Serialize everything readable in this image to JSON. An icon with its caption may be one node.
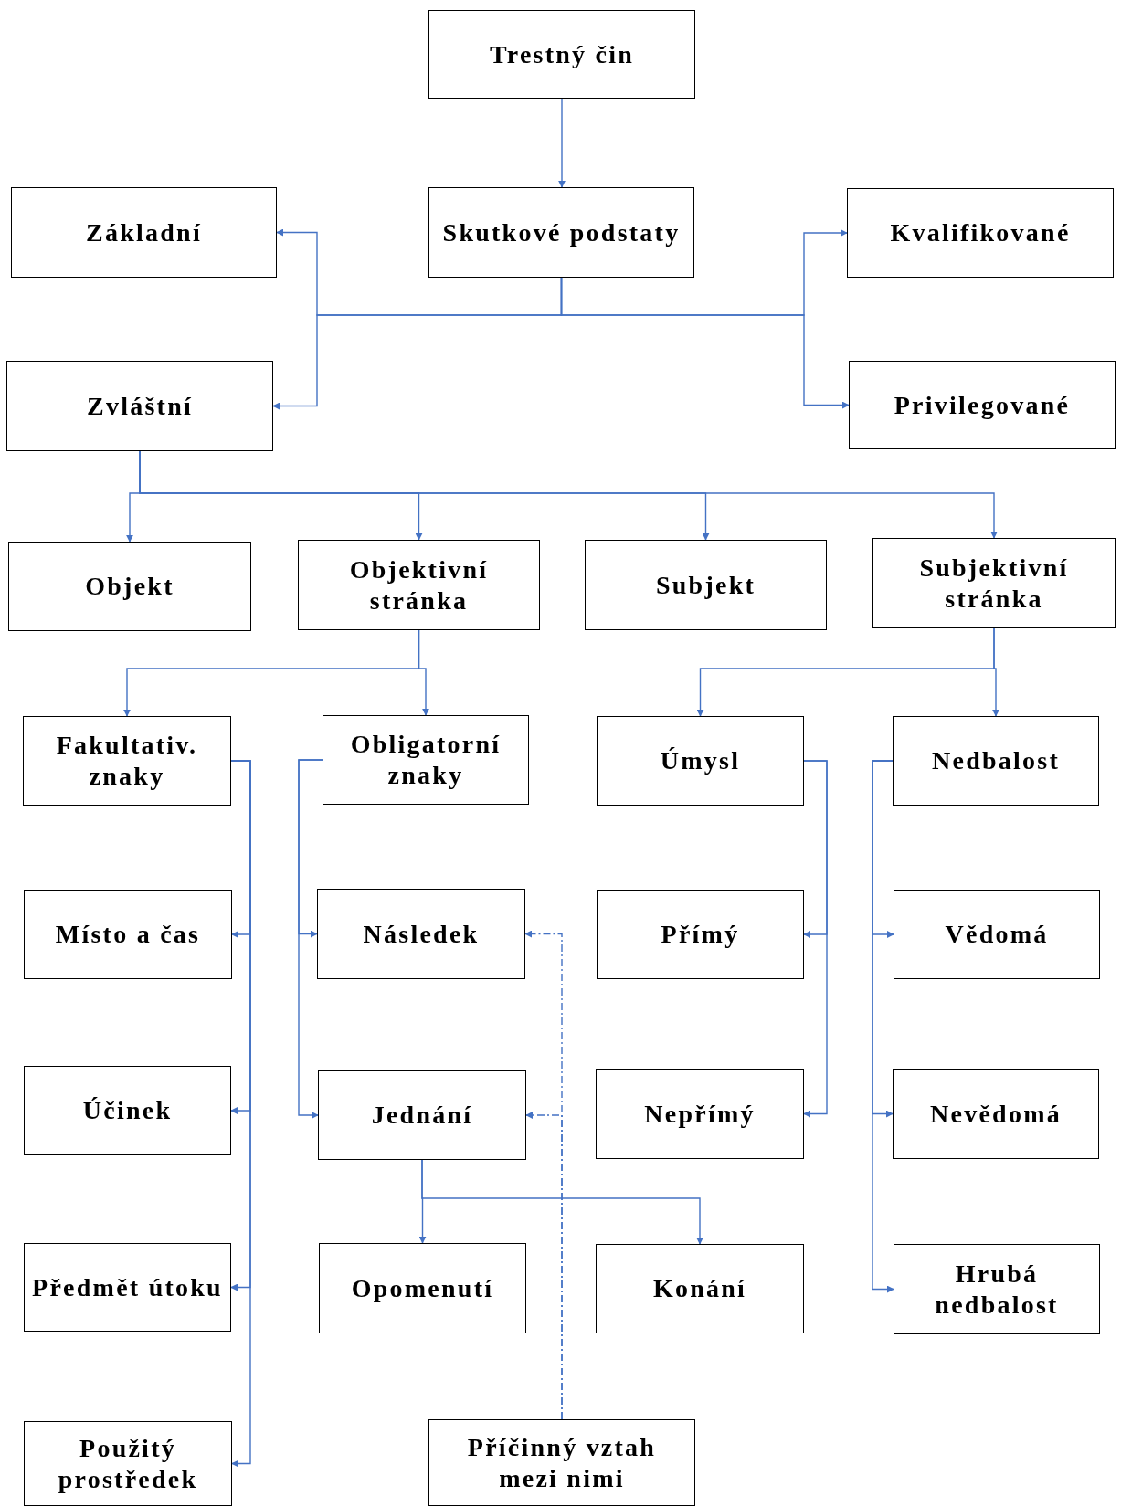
{
  "diagram": {
    "nodes": [
      {
        "text": [
          "Trestný čin"
        ]
      },
      {
        "text": [
          "Skutkové podstaty"
        ]
      },
      {
        "text": [
          "Základní"
        ]
      },
      {
        "text": [
          "Kvalifikované"
        ]
      },
      {
        "text": [
          "Zvláštní"
        ]
      },
      {
        "text": [
          "Privilegované"
        ]
      },
      {
        "text": [
          "Objekt"
        ]
      },
      {
        "text": [
          "Objektivní stránka"
        ]
      },
      {
        "text": [
          "Subjekt"
        ]
      },
      {
        "text": [
          "Subjektivní stránka"
        ]
      },
      {
        "text": [
          "Fakultativ. znaky"
        ]
      },
      {
        "text": [
          "Obligatorní znaky"
        ]
      },
      {
        "text": [
          "Úmysl"
        ]
      },
      {
        "text": [
          "Nedbalost"
        ]
      },
      {
        "text": [
          "Místo a čas"
        ]
      },
      {
        "text": [
          "Následek"
        ]
      },
      {
        "text": [
          "Přímý"
        ]
      },
      {
        "text": [
          "Vědomá"
        ]
      },
      {
        "text": [
          "Účinek"
        ]
      },
      {
        "text": [
          "Jednání"
        ]
      },
      {
        "text": [
          "Nepřímý"
        ]
      },
      {
        "text": [
          "Nevědomá"
        ]
      },
      {
        "text": [
          "Předmět útoku"
        ]
      },
      {
        "text": [
          "Opomenutí"
        ]
      },
      {
        "text": [
          "Konání"
        ]
      },
      {
        "text": [
          "Hrubá nedbalost"
        ]
      },
      {
        "text": [
          "Použitý prostředek"
        ]
      },
      {
        "text": [
          "Příčinný vztah mezi nimi"
        ]
      }
    ],
    "edges": [
      {
        "from": 0,
        "to": 1,
        "arrow": "to"
      },
      {
        "from": 1,
        "to": 2,
        "arrow": "to"
      },
      {
        "from": 1,
        "to": 3,
        "arrow": "to"
      },
      {
        "from": 1,
        "to": 4,
        "arrow": "to"
      },
      {
        "from": 1,
        "to": 5,
        "arrow": "to"
      },
      {
        "from": 4,
        "to": 6,
        "arrow": "to"
      },
      {
        "from": 4,
        "to": 7,
        "arrow": "to"
      },
      {
        "from": 4,
        "to": 8,
        "arrow": "to"
      },
      {
        "from": 4,
        "to": 9,
        "arrow": "to"
      },
      {
        "from": 7,
        "to": 10,
        "arrow": "to"
      },
      {
        "from": 7,
        "to": 11,
        "arrow": "to"
      },
      {
        "from": 9,
        "to": 12,
        "arrow": "to"
      },
      {
        "from": 9,
        "to": 13,
        "arrow": "to"
      },
      {
        "from": 10,
        "to": 14,
        "arrow": "to"
      },
      {
        "from": 10,
        "to": 18,
        "arrow": "to"
      },
      {
        "from": 10,
        "to": 22,
        "arrow": "to"
      },
      {
        "from": 10,
        "to": 26,
        "arrow": "to"
      },
      {
        "from": 11,
        "to": 15,
        "arrow": "to"
      },
      {
        "from": 11,
        "to": 19,
        "arrow": "to"
      },
      {
        "from": 12,
        "to": 16,
        "arrow": "to"
      },
      {
        "from": 12,
        "to": 20,
        "arrow": "to"
      },
      {
        "from": 13,
        "to": 17,
        "arrow": "to"
      },
      {
        "from": 13,
        "to": 21,
        "arrow": "to"
      },
      {
        "from": 13,
        "to": 25,
        "arrow": "to"
      },
      {
        "from": 19,
        "to": 23,
        "arrow": "to"
      },
      {
        "from": 19,
        "to": 24,
        "arrow": "to"
      },
      {
        "from": 27,
        "to": 15,
        "arrow": "to",
        "style": "dashed"
      },
      {
        "from": 27,
        "to": 19,
        "arrow": "to",
        "style": "dashed"
      }
    ]
  }
}
